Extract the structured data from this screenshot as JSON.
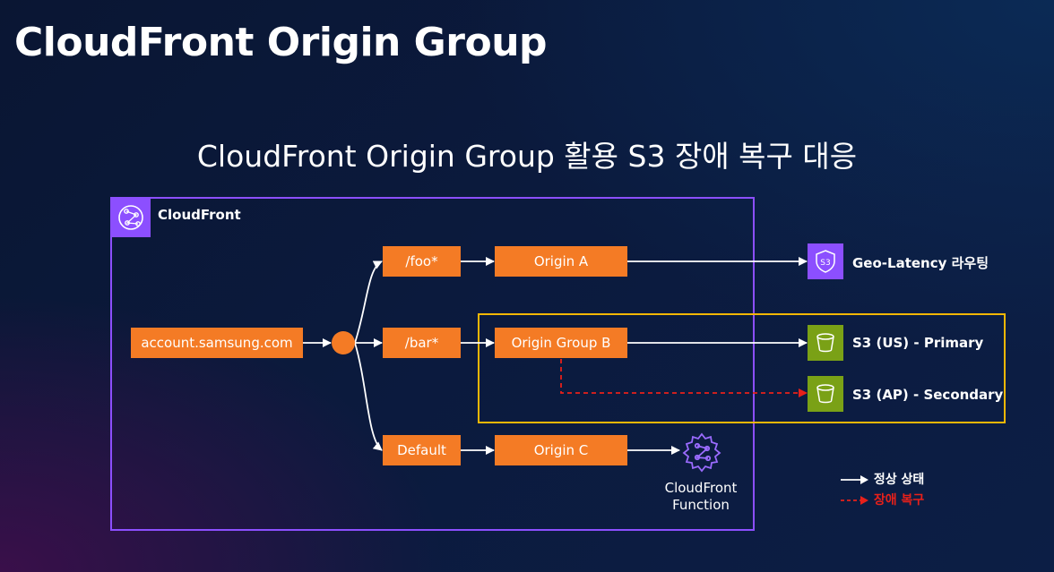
{
  "title": "CloudFront Origin Group",
  "subtitle": "CloudFront Origin Group 활용 S3 장애 복구 대응",
  "cloudfront": {
    "label": "CloudFront"
  },
  "nodes": {
    "domain": "account.samsung.com",
    "path_foo": "/foo*",
    "path_bar": "/bar*",
    "path_default": "Default",
    "origin_a": "Origin A",
    "origin_group_b": "Origin Group B",
    "origin_c": "Origin C"
  },
  "targets": {
    "geo": "Geo-Latency 라우팅",
    "s3_primary": "S3 (US) - Primary",
    "s3_secondary": "S3 (AP) - Secondary",
    "function_line1": "CloudFront",
    "function_line2": "Function"
  },
  "legend": {
    "normal": "정상 상태",
    "failover": "장애 복구"
  },
  "colors": {
    "accent_orange": "#f47b25",
    "cloudfront_purple": "#8c4fff",
    "s3_green": "#7aa116",
    "origin_group_border": "#f2b705",
    "failover_red": "#e8201a"
  },
  "icons": [
    "cloudfront-icon",
    "s3-route53-icon",
    "s3-bucket-icon",
    "cloudfront-function-icon"
  ]
}
